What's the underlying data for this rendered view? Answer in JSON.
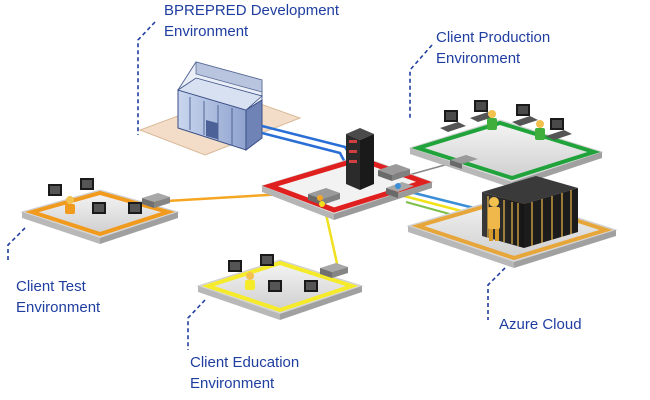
{
  "labels": {
    "dev": {
      "line1": "BPREPRED Development",
      "line2": "Environment"
    },
    "production": {
      "line1": "Client Production",
      "line2": "Environment"
    },
    "test": {
      "line1": "Client Test",
      "line2": "Environment"
    },
    "education": {
      "line1": "Client Education",
      "line2": "Environment"
    },
    "azure": {
      "line1": "Azure Cloud"
    }
  },
  "colors": {
    "label_text": "#1f3ea0",
    "hub_border": "#e0201e",
    "production_border": "#1fa33a",
    "test_border": "#f09a1e",
    "education_border": "#f5eb2a",
    "azure_border": "#e7a63a",
    "dev_floor": "#f3ddc8",
    "dev_link": "#2a6fd6",
    "test_link": "#f5a623",
    "education_link": "#f0e020",
    "azure_link_a": "#3a8fd8",
    "azure_link_b": "#f2e21a"
  },
  "icons": [
    "building-icon",
    "rack-server-icon",
    "switch-icon",
    "workstation-icon",
    "person-icon",
    "server-farm-icon"
  ]
}
